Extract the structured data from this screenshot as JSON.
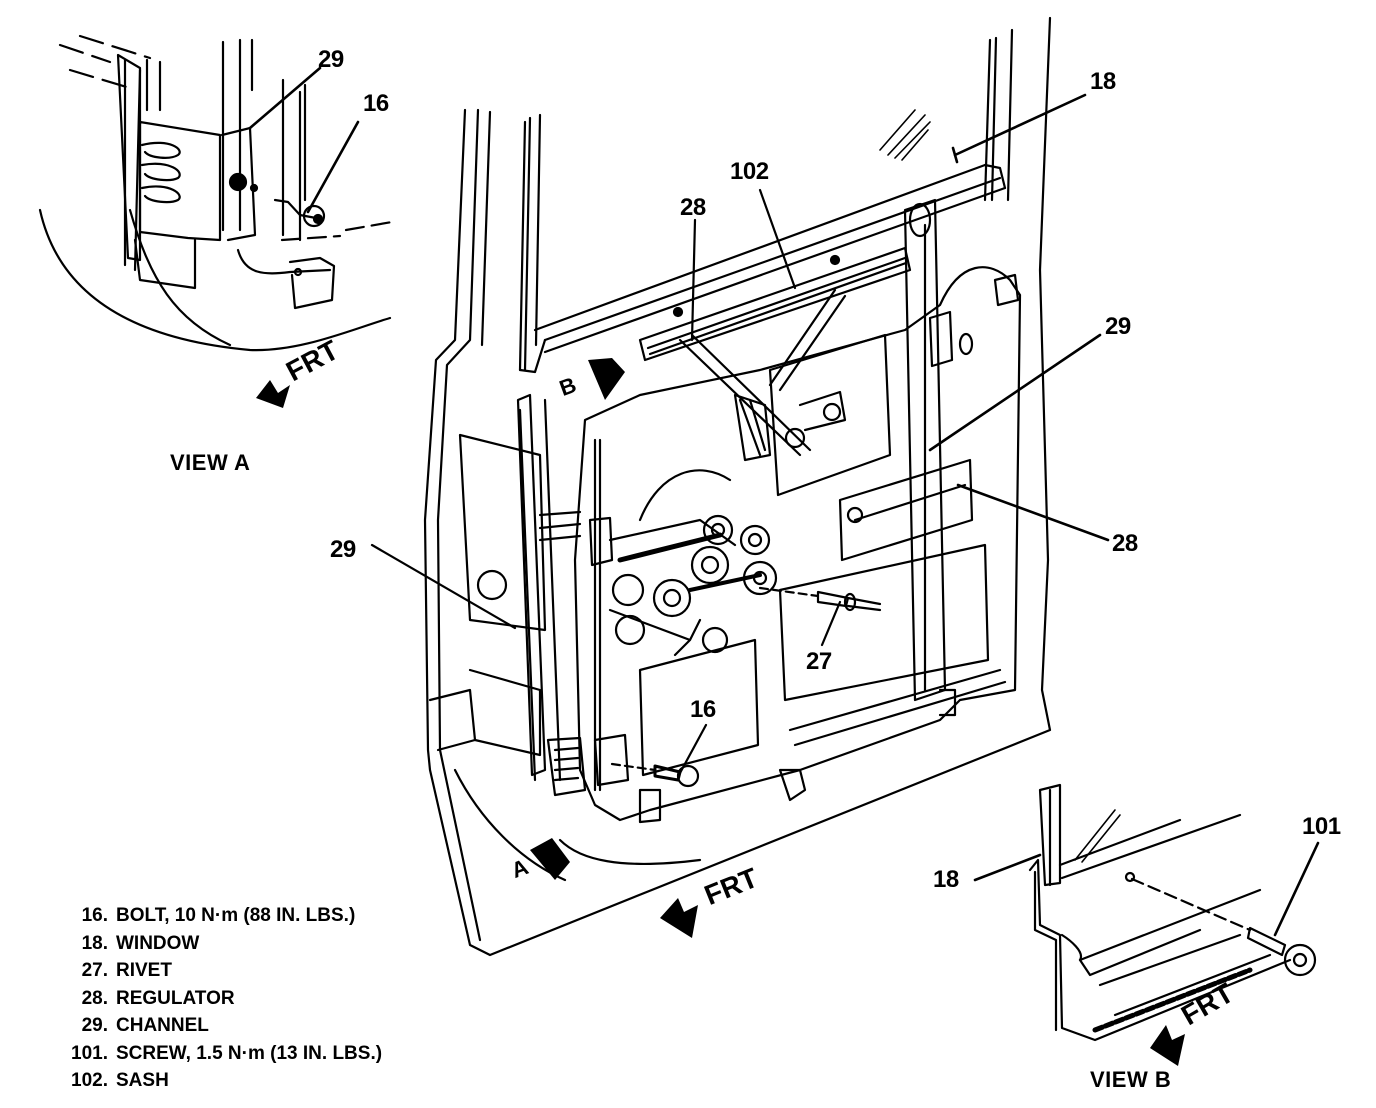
{
  "figure": {
    "type": "exploded-view parts diagram",
    "subject": "front door window regulator and sash assembly"
  },
  "main_view": {
    "callouts": [
      {
        "id": "cl-18-main",
        "label": "18"
      },
      {
        "id": "cl-102",
        "label": "102"
      },
      {
        "id": "cl-28-top",
        "label": "28"
      },
      {
        "id": "cl-29-right",
        "label": "29"
      },
      {
        "id": "cl-28-right",
        "label": "28"
      },
      {
        "id": "cl-29-left",
        "label": "29"
      },
      {
        "id": "cl-27",
        "label": "27"
      },
      {
        "id": "cl-16-main",
        "label": "16"
      }
    ],
    "view_markers": {
      "a": "A",
      "b": "B"
    },
    "direction_label": "FRT"
  },
  "view_a": {
    "title": "VIEW A",
    "callouts": [
      {
        "id": "cl-29-a",
        "label": "29"
      },
      {
        "id": "cl-16-a",
        "label": "16"
      }
    ],
    "direction_label": "FRT"
  },
  "view_b": {
    "title": "VIEW B",
    "callouts": [
      {
        "id": "cl-18-b",
        "label": "18"
      },
      {
        "id": "cl-101",
        "label": "101"
      }
    ],
    "direction_label": "FRT"
  },
  "legend": {
    "items": [
      {
        "num": "16.",
        "text": "BOLT, 10 N·m (88 IN. LBS.)"
      },
      {
        "num": "18.",
        "text": "WINDOW"
      },
      {
        "num": "27.",
        "text": "RIVET"
      },
      {
        "num": "28.",
        "text": "REGULATOR"
      },
      {
        "num": "29.",
        "text": "CHANNEL"
      },
      {
        "num": "101.",
        "text": "SCREW, 1.5 N·m (13 IN. LBS.)"
      },
      {
        "num": "102.",
        "text": "SASH"
      }
    ]
  }
}
